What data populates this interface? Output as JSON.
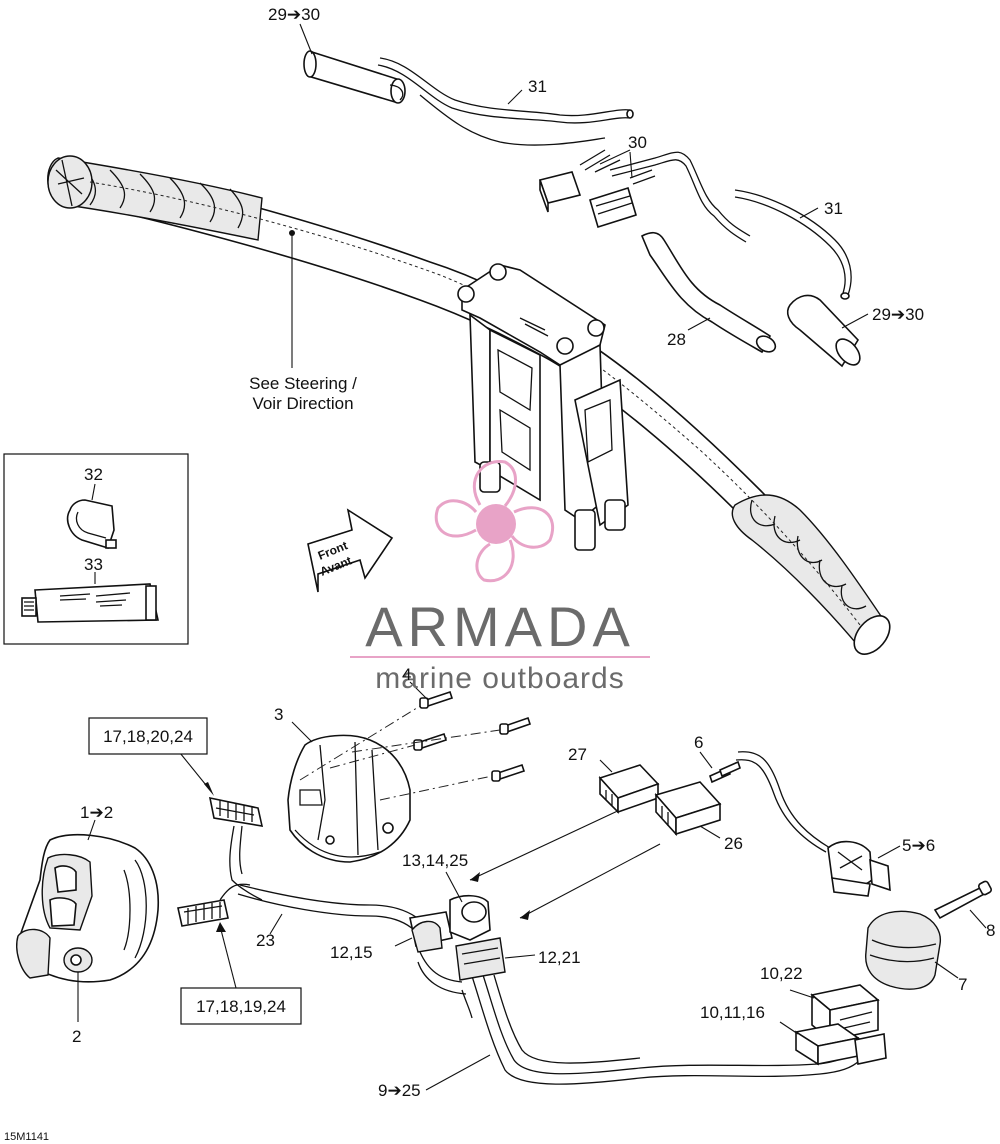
{
  "callouts": {
    "c29_30_top": "29➔30",
    "c31_top": "31",
    "c30": "30",
    "c31_right": "31",
    "c28": "28",
    "c29_30_right": "29➔30",
    "c32": "32",
    "c33": "33",
    "c4": "4",
    "c3": "3",
    "c1_2": "1➔2",
    "c2": "2",
    "c27": "27",
    "c6": "6",
    "c26": "26",
    "c5_6": "5➔6",
    "c13_14_25": "13,14,25",
    "c12_15": "12,15",
    "c12_21": "12,21",
    "c23": "23",
    "c8": "8",
    "c7": "7",
    "c10_22": "10,22",
    "c10_11_16": "10,11,16",
    "c9_25": "9➔25"
  },
  "boxed_callouts": {
    "b_17_18_20_24": "17,18,20,24",
    "b_17_18_19_24": "17,18,19,24"
  },
  "steering_note": {
    "line1": "See Steering /",
    "line2": "Voir Direction"
  },
  "front_arrow": {
    "line1": "Front",
    "line2": "Avant"
  },
  "watermark": {
    "brand": "ARMADA",
    "tagline": "marine outboards",
    "logo_color": "#e8a3c7",
    "text_color": "#6b6b6b"
  },
  "drawing_code": "15M1141"
}
